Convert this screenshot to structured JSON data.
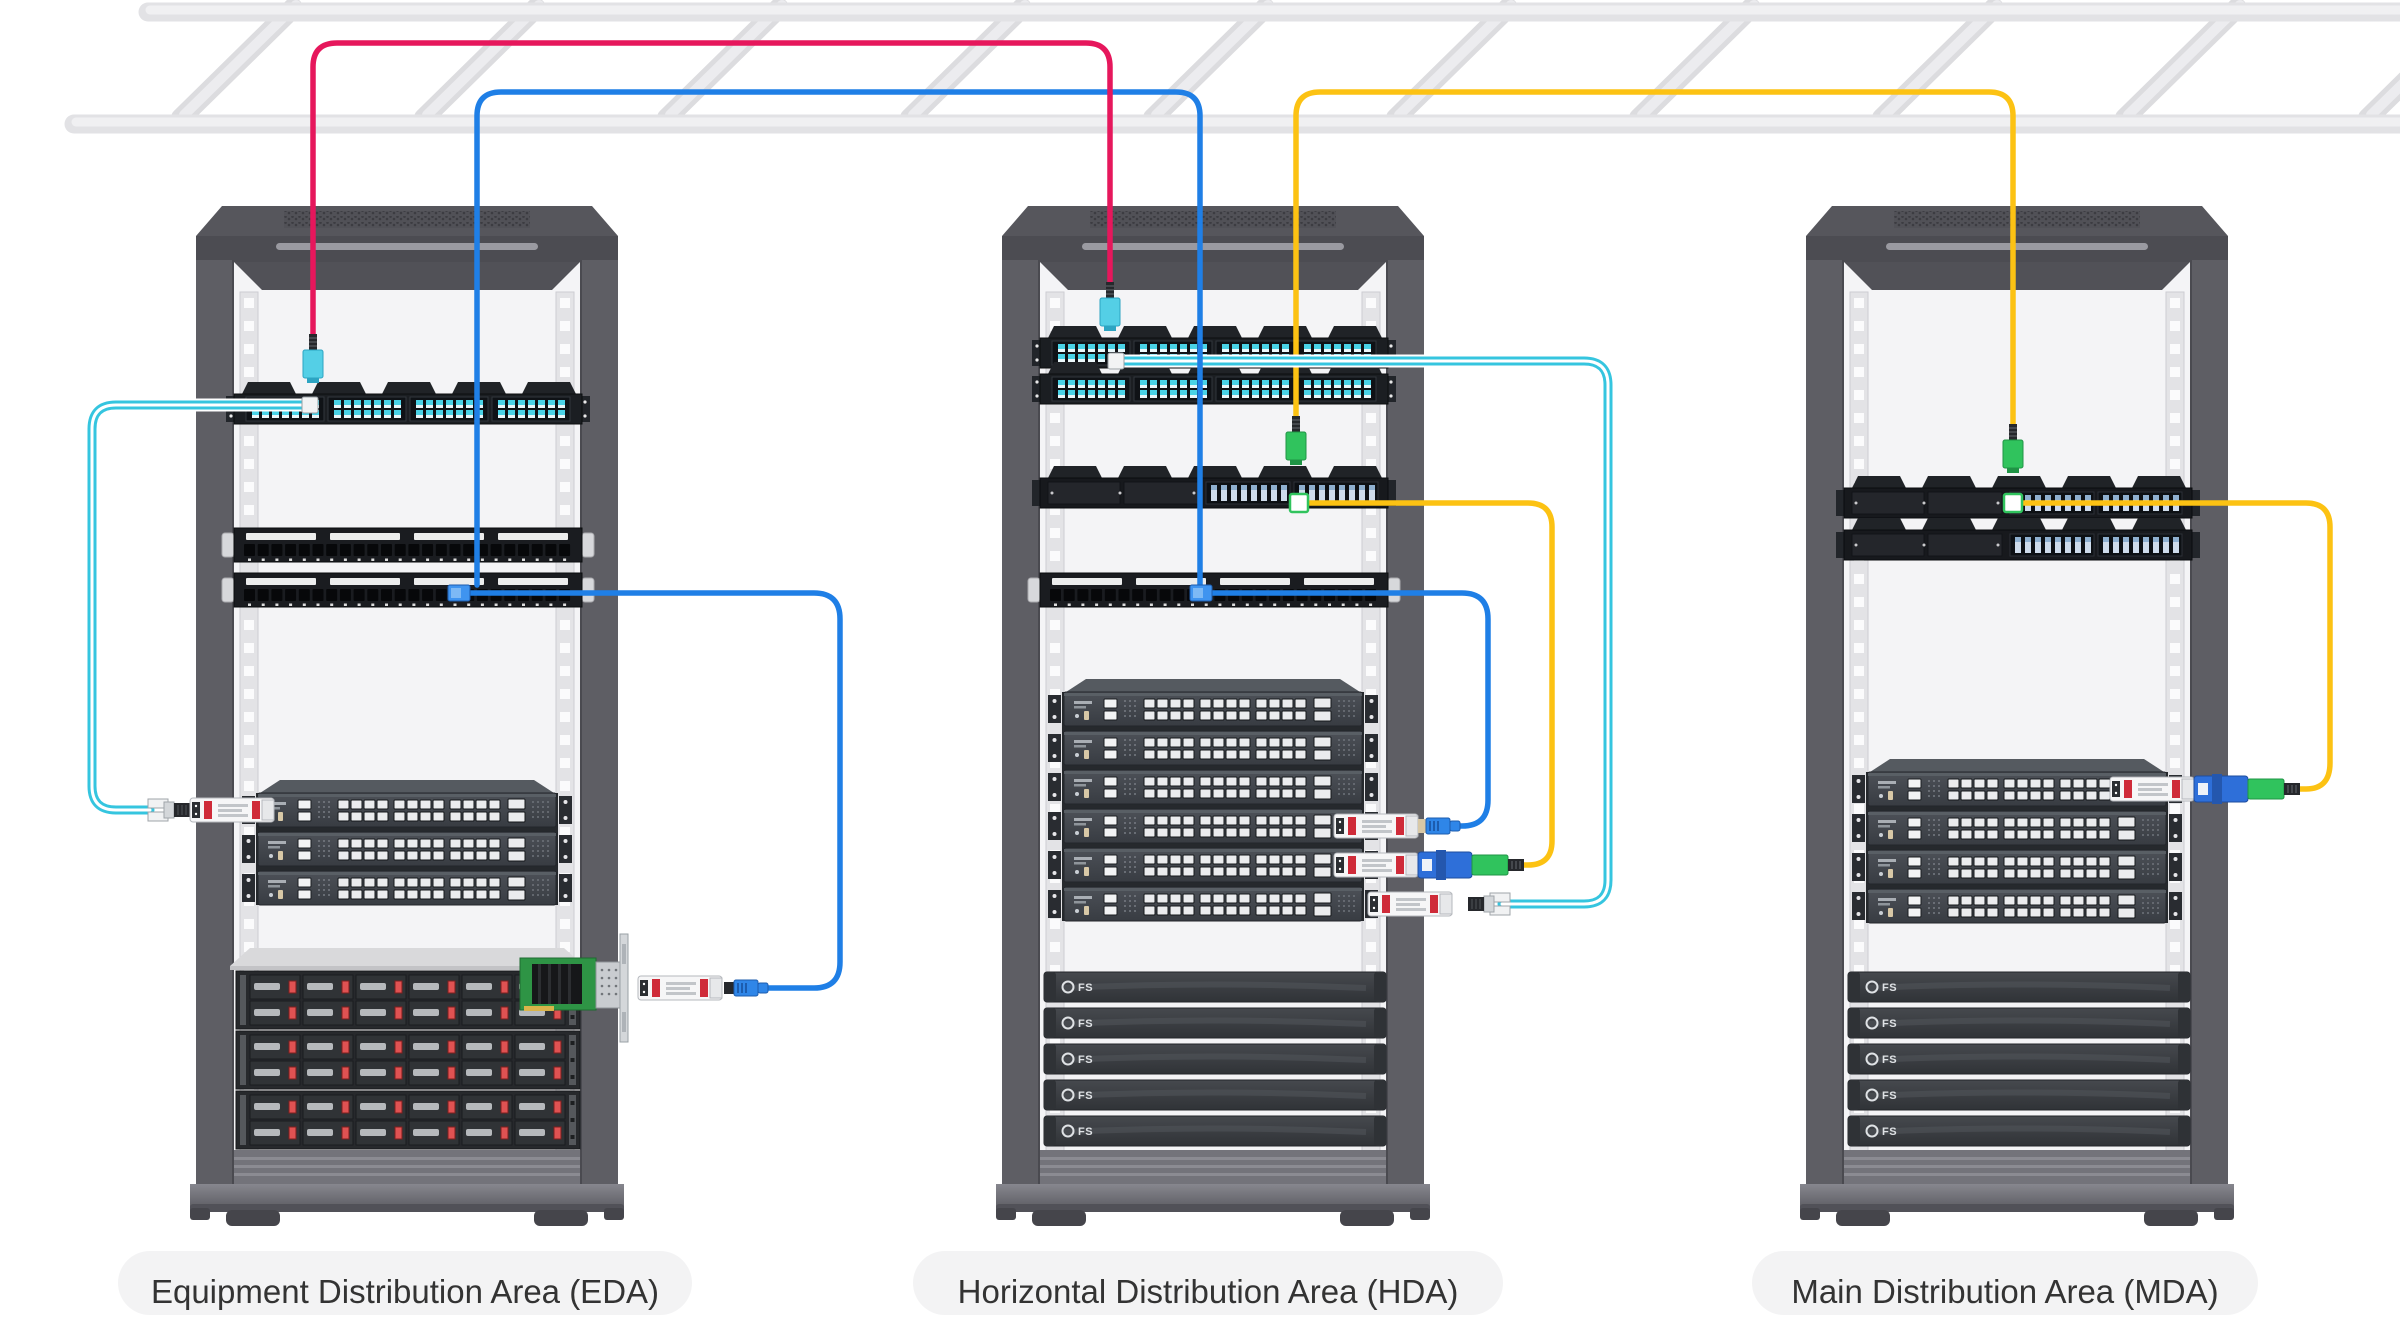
{
  "labels": {
    "eda": "Equipment Distribution Area (EDA)",
    "hda": "Horizontal Distribution Area (HDA)",
    "mda": "Main Distribution Area (MDA)"
  },
  "logo": {
    "fs": "FS"
  },
  "colors": {
    "cable_pink": "#e6175c",
    "cable_blue": "#1f7fe6",
    "cable_yellow": "#fcc213",
    "cable_aqua": "#35c5df",
    "mpo_aqua_connector": "#54cfe6",
    "mpo_green_connector": "#30c35d",
    "rj45_blue_plug": "#2f86e8",
    "ladder_gray": "#e4e4e7",
    "rack_frame_gray": "#5e5e64",
    "label_pill": "#f3f3f4",
    "label_text": "#333333"
  },
  "diagram": {
    "type": "data-center-structured-cabling-topology",
    "overhead": "cable-ladder-tray",
    "racks": [
      {
        "id": "eda",
        "label": "Equipment Distribution Area (EDA)",
        "equipment": [
          "fiber-patch-panel",
          "copper-patch-panel",
          "copper-patch-panel",
          "switch",
          "switch",
          "switch",
          "storage-server-with-nic"
        ]
      },
      {
        "id": "hda",
        "label": "Horizontal Distribution Area (HDA)",
        "equipment": [
          "fiber-patch-panel",
          "fiber-patch-panel",
          "mtp-breakout-panel",
          "copper-patch-panel",
          "switch",
          "switch",
          "switch",
          "switch",
          "switch",
          "switch",
          "blank-panel",
          "blank-panel",
          "blank-panel",
          "blank-panel",
          "blank-panel"
        ]
      },
      {
        "id": "mda",
        "label": "Main Distribution Area (MDA)",
        "equipment": [
          "mtp-breakout-panel",
          "mtp-breakout-panel",
          "switch",
          "switch",
          "switch",
          "switch",
          "blank-panel",
          "blank-panel",
          "blank-panel",
          "blank-panel",
          "blank-panel"
        ]
      }
    ],
    "cables": [
      {
        "color": "pink",
        "from": "eda-fiber-patch-panel-mpo",
        "to": "hda-fiber-patch-panel-mpo",
        "via": "overhead-ladder"
      },
      {
        "color": "blue",
        "from": "eda-copper-patch-panel",
        "to": "hda-copper-patch-panel",
        "via": "overhead-ladder"
      },
      {
        "color": "yellow",
        "from": "hda-mtp-breakout-panel-mpo",
        "to": "mda-mtp-breakout-panel-mpo",
        "via": "overhead-ladder"
      },
      {
        "color": "aqua",
        "from": "eda-fiber-patch-panel-lc",
        "to": "eda-switch-1-transceiver"
      },
      {
        "color": "blue",
        "from": "eda-copper-patch-panel",
        "to": "eda-storage-nic-transceiver"
      },
      {
        "color": "aqua",
        "from": "hda-fiber-patch-panel-lc",
        "to": "hda-switch-6-transceiver"
      },
      {
        "color": "blue",
        "from": "hda-copper-patch-panel",
        "to": "hda-switch-4-transceiver"
      },
      {
        "color": "yellow",
        "from": "hda-mtp-breakout-panel",
        "to": "hda-switch-5-mpo-transceiver"
      },
      {
        "color": "yellow",
        "from": "mda-mtp-breakout-panel",
        "to": "mda-switch-1-mpo-transceiver"
      }
    ]
  }
}
